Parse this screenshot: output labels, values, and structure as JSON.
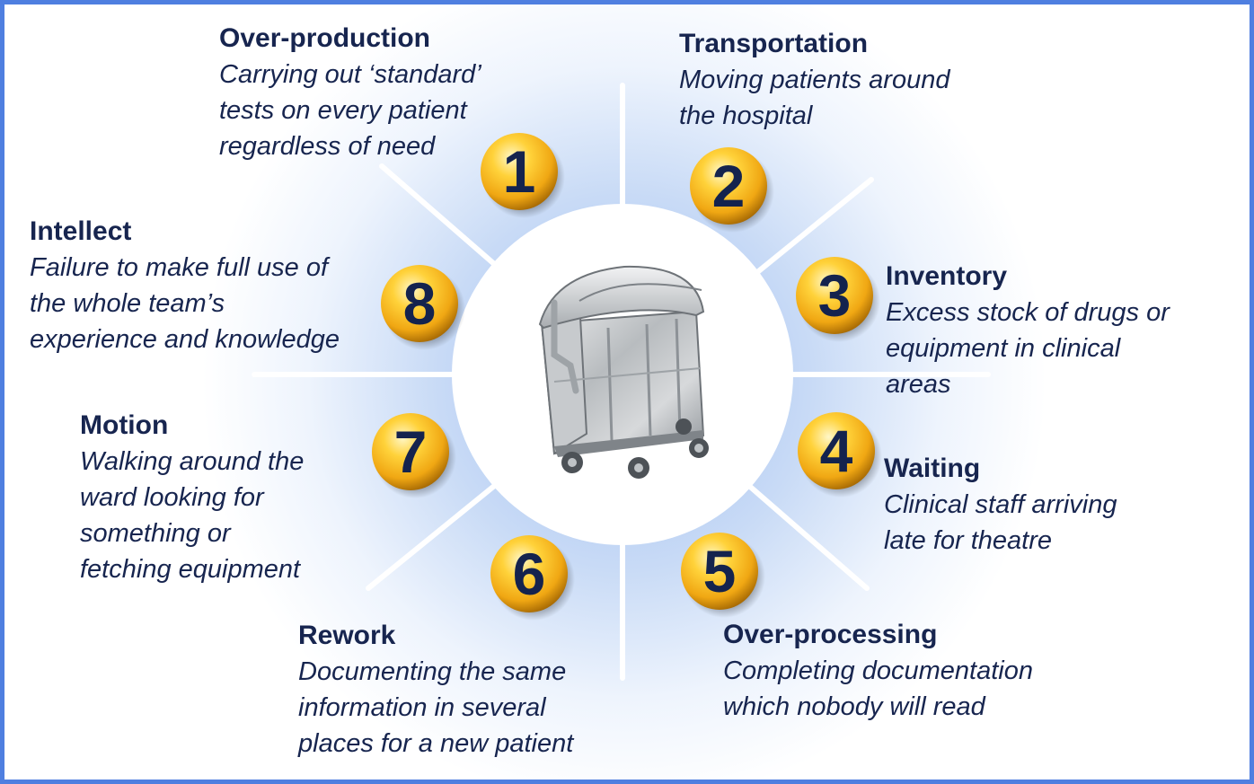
{
  "colors": {
    "frame": "#4f7fe0",
    "text": "#17254f",
    "badge_gold": "#f2b21b",
    "glow": "#b9d0f3"
  },
  "center_icon": "waste-bin-icon",
  "wastes": [
    {
      "number": "1",
      "title": "Over-production",
      "description": "Carrying out ‘standard’\ntests on every patient\nregardless of need"
    },
    {
      "number": "2",
      "title": "Transportation",
      "description": "Moving patients around\nthe hospital"
    },
    {
      "number": "3",
      "title": "Inventory",
      "description": "Excess stock of drugs or\nequipment in clinical\nareas"
    },
    {
      "number": "4",
      "title": "Waiting",
      "description": "Clinical staff arriving\nlate for theatre"
    },
    {
      "number": "5",
      "title": "Over-processing",
      "description": "Completing documentation\nwhich nobody will read"
    },
    {
      "number": "6",
      "title": "Rework",
      "description": "Documenting the same\ninformation in several\nplaces for a new patient"
    },
    {
      "number": "7",
      "title": "Motion",
      "description": "Walking around the\nward looking for\nsomething or\nfetching equipment"
    },
    {
      "number": "8",
      "title": "Intellect",
      "description": "Failure to make full use of\nthe whole team’s\nexperience and knowledge"
    }
  ]
}
